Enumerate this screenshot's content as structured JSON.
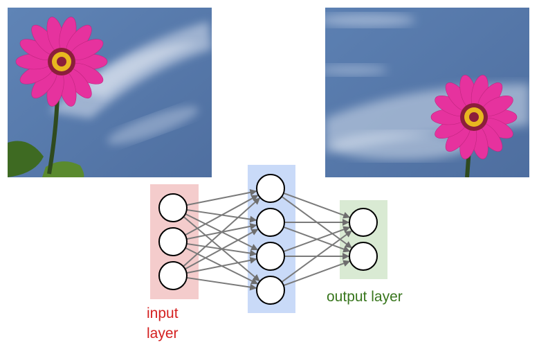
{
  "images": {
    "left": {
      "subject": "pink-zinnia-flower-on-blue-sky"
    },
    "right": {
      "subject": "pink-zinnia-flower-on-blue-sky"
    }
  },
  "network": {
    "layers": [
      {
        "name": "input",
        "label": [
          "input",
          "layer"
        ],
        "nodes": 3,
        "box_color": "#f4cccc",
        "label_color": "#d42020"
      },
      {
        "name": "hidden",
        "label": [],
        "nodes": 4,
        "box_color": "#c9daf8",
        "label_color": ""
      },
      {
        "name": "output",
        "label": [
          "output layer"
        ],
        "nodes": 2,
        "box_color": "#d9ead3",
        "label_color": "#38761d"
      }
    ],
    "connections": "fully-connected",
    "edge_color": "#7a7a7a"
  },
  "labels": {
    "input_line1": "input",
    "input_line2": "layer",
    "output": "output layer"
  },
  "colors": {
    "sky": "#5a7bab",
    "petal": "#e6329e",
    "flower_center": "#e8b820",
    "stem": "#2f4a1e"
  }
}
